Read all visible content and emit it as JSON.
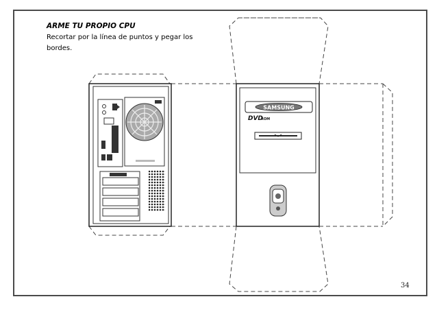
{
  "page": {
    "title": "ARME TU PROPIO CPU",
    "instructions": "Recortar por la línea de puntos y pegar los bordes.",
    "page_number": "34"
  },
  "front_panel": {
    "brand": "SAMSUNG",
    "drive_logo": "DVD",
    "drive_label": "ROM",
    "power_icon": "power-icon"
  },
  "colors": {
    "frame": "#4a4a4a",
    "lines": "#333333",
    "dashed": "#444444"
  }
}
